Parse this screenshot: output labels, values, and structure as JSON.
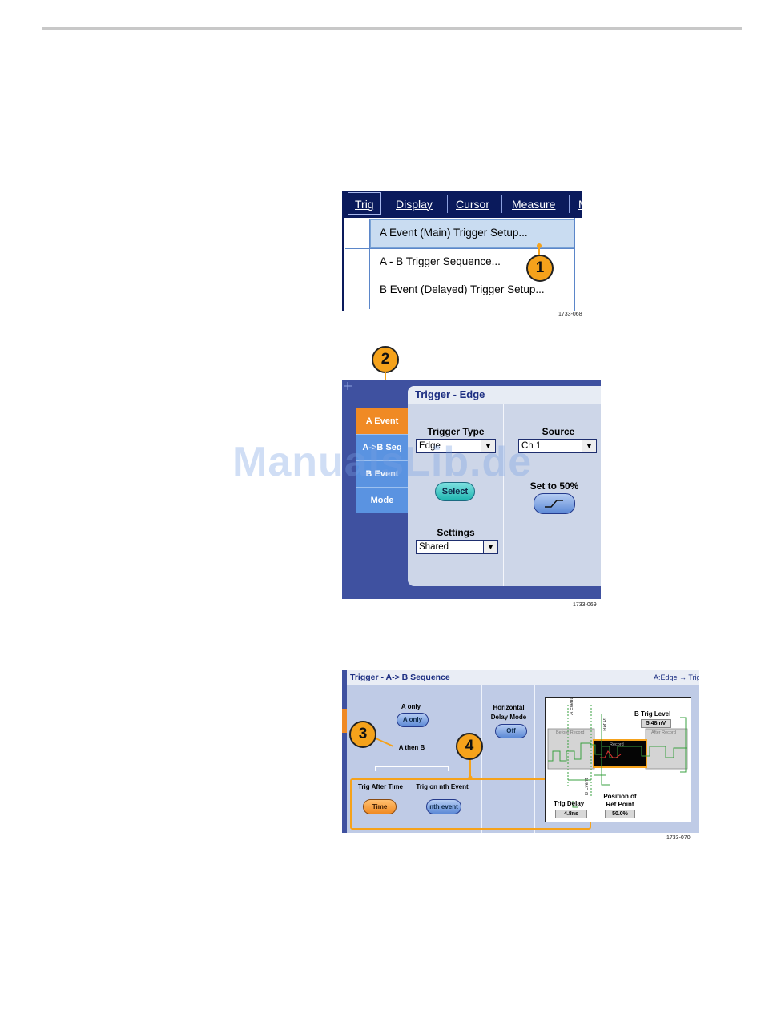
{
  "figure1": {
    "menubar": {
      "items": [
        "Trig",
        "Display",
        "Cursor",
        "Measure",
        "M"
      ]
    },
    "dropdown": {
      "items": [
        "A Event (Main) Trigger Setup...",
        "A - B Trigger Sequence...",
        "B Event (Delayed) Trigger Setup..."
      ]
    },
    "callout": "1",
    "figure_number": "1733-068"
  },
  "figure2": {
    "callout": "2",
    "panel_title": "Trigger - Edge",
    "tabs": [
      "A Event",
      "A->B Seq",
      "B Event",
      "Mode"
    ],
    "trigger_type_label": "Trigger Type",
    "trigger_type_value": "Edge",
    "select_button": "Select",
    "settings_label": "Settings",
    "settings_value": "Shared",
    "source_label": "Source",
    "source_value": "Ch 1",
    "set50_label": "Set to 50%",
    "figure_number": "1733-069"
  },
  "watermark": "ManualsLib.de",
  "figure3": {
    "panel_title": "Trigger - A-> B Sequence",
    "breadcrumb": "A:Edge → Trig",
    "a_only_label": "A only",
    "a_only_button": "A only",
    "a_then_b_label": "A then B",
    "callout3": "3",
    "callout4": "4",
    "trig_after_time_label": "Trig After Time",
    "time_button": "Time",
    "trig_nth_label": "Trig on nth Event",
    "nth_button": "nth event",
    "horizontal_label": "Horizontal",
    "delay_mode_label": "Delay Mode",
    "off_button": "Off",
    "diagram": {
      "a_event": "A Event",
      "ref_pt": "Ref Pt",
      "b_event": "B Event",
      "before_record": "Before Record",
      "after_record": "After Record",
      "record": "Record",
      "b_trig_level_label": "B Trig Level",
      "b_trig_level_value": "5.48mV",
      "trig_delay_label": "Trig Delay",
      "trig_delay_value": "4.8ns",
      "position_label_1": "Position of",
      "position_label_2": "Ref Point",
      "position_value": "50.0%"
    },
    "figure_number": "1733-070"
  }
}
